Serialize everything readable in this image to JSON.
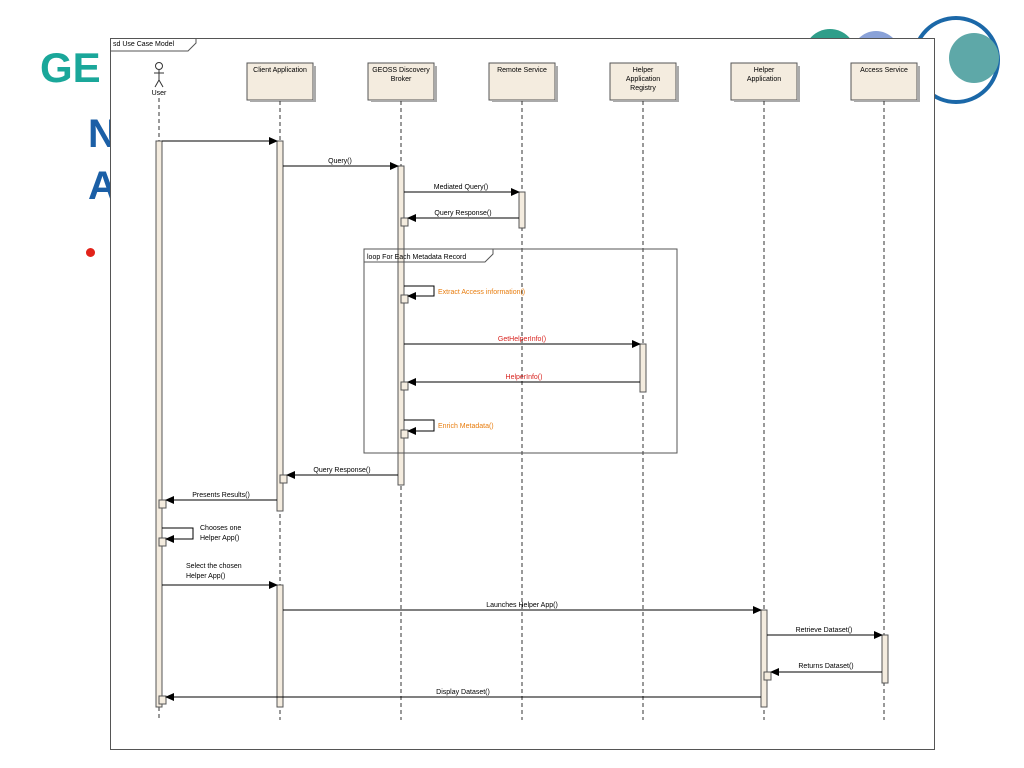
{
  "slide": {
    "title_lines": [
      "N",
      "A"
    ],
    "logo_text": "GE"
  },
  "diagram": {
    "frame_label": "sd Use Case Model",
    "actor": {
      "name": "User"
    },
    "lifelines": [
      {
        "id": "client",
        "label_lines": [
          "Client Application"
        ]
      },
      {
        "id": "broker",
        "label_lines": [
          "GEOSS Discovery",
          "Broker"
        ]
      },
      {
        "id": "remote",
        "label_lines": [
          "Remote Service"
        ]
      },
      {
        "id": "registry",
        "label_lines": [
          "Helper",
          "Application",
          "Registry"
        ]
      },
      {
        "id": "helper",
        "label_lines": [
          "Helper",
          "Application"
        ]
      },
      {
        "id": "access",
        "label_lines": [
          "Access Service"
        ]
      }
    ],
    "loop_fragment": {
      "label": "loop For Each Metadata Record"
    },
    "messages": [
      {
        "id": "user-to-client",
        "lines": [
          ""
        ],
        "color": "#000000"
      },
      {
        "id": "query",
        "lines": [
          "Query()"
        ],
        "color": "#000000"
      },
      {
        "id": "mediated-query",
        "lines": [
          "Mediated Query()"
        ],
        "color": "#000000"
      },
      {
        "id": "query-response-remote",
        "lines": [
          "Query Response()"
        ],
        "color": "#000000"
      },
      {
        "id": "extract-access",
        "lines": [
          "Extract Access information()"
        ],
        "color": "#e87d0e"
      },
      {
        "id": "get-helper-info",
        "lines": [
          "GetHelperInfo()"
        ],
        "color": "#d8231f"
      },
      {
        "id": "helper-info",
        "lines": [
          "HelperInfo()"
        ],
        "color": "#d8231f"
      },
      {
        "id": "enrich-metadata",
        "lines": [
          "Enrich Metadata()"
        ],
        "color": "#e87d0e"
      },
      {
        "id": "query-response-broker",
        "lines": [
          "Query Response()"
        ],
        "color": "#000000"
      },
      {
        "id": "presents-results",
        "lines": [
          "Presents Results()"
        ],
        "color": "#000000"
      },
      {
        "id": "chooses-helper",
        "lines": [
          "Chooses one",
          "Helper App()"
        ],
        "color": "#000000"
      },
      {
        "id": "select-helper",
        "lines": [
          "Select the chosen",
          "Helper App()"
        ],
        "color": "#000000"
      },
      {
        "id": "launches-helper",
        "lines": [
          "Launches Helper App()"
        ],
        "color": "#000000"
      },
      {
        "id": "retrieve-dataset",
        "lines": [
          "Retrieve Dataset()"
        ],
        "color": "#000000"
      },
      {
        "id": "returns-dataset",
        "lines": [
          "Returns Dataset()"
        ],
        "color": "#000000"
      },
      {
        "id": "display-dataset",
        "lines": [
          "Display Dataset()"
        ],
        "color": "#000000"
      }
    ]
  }
}
